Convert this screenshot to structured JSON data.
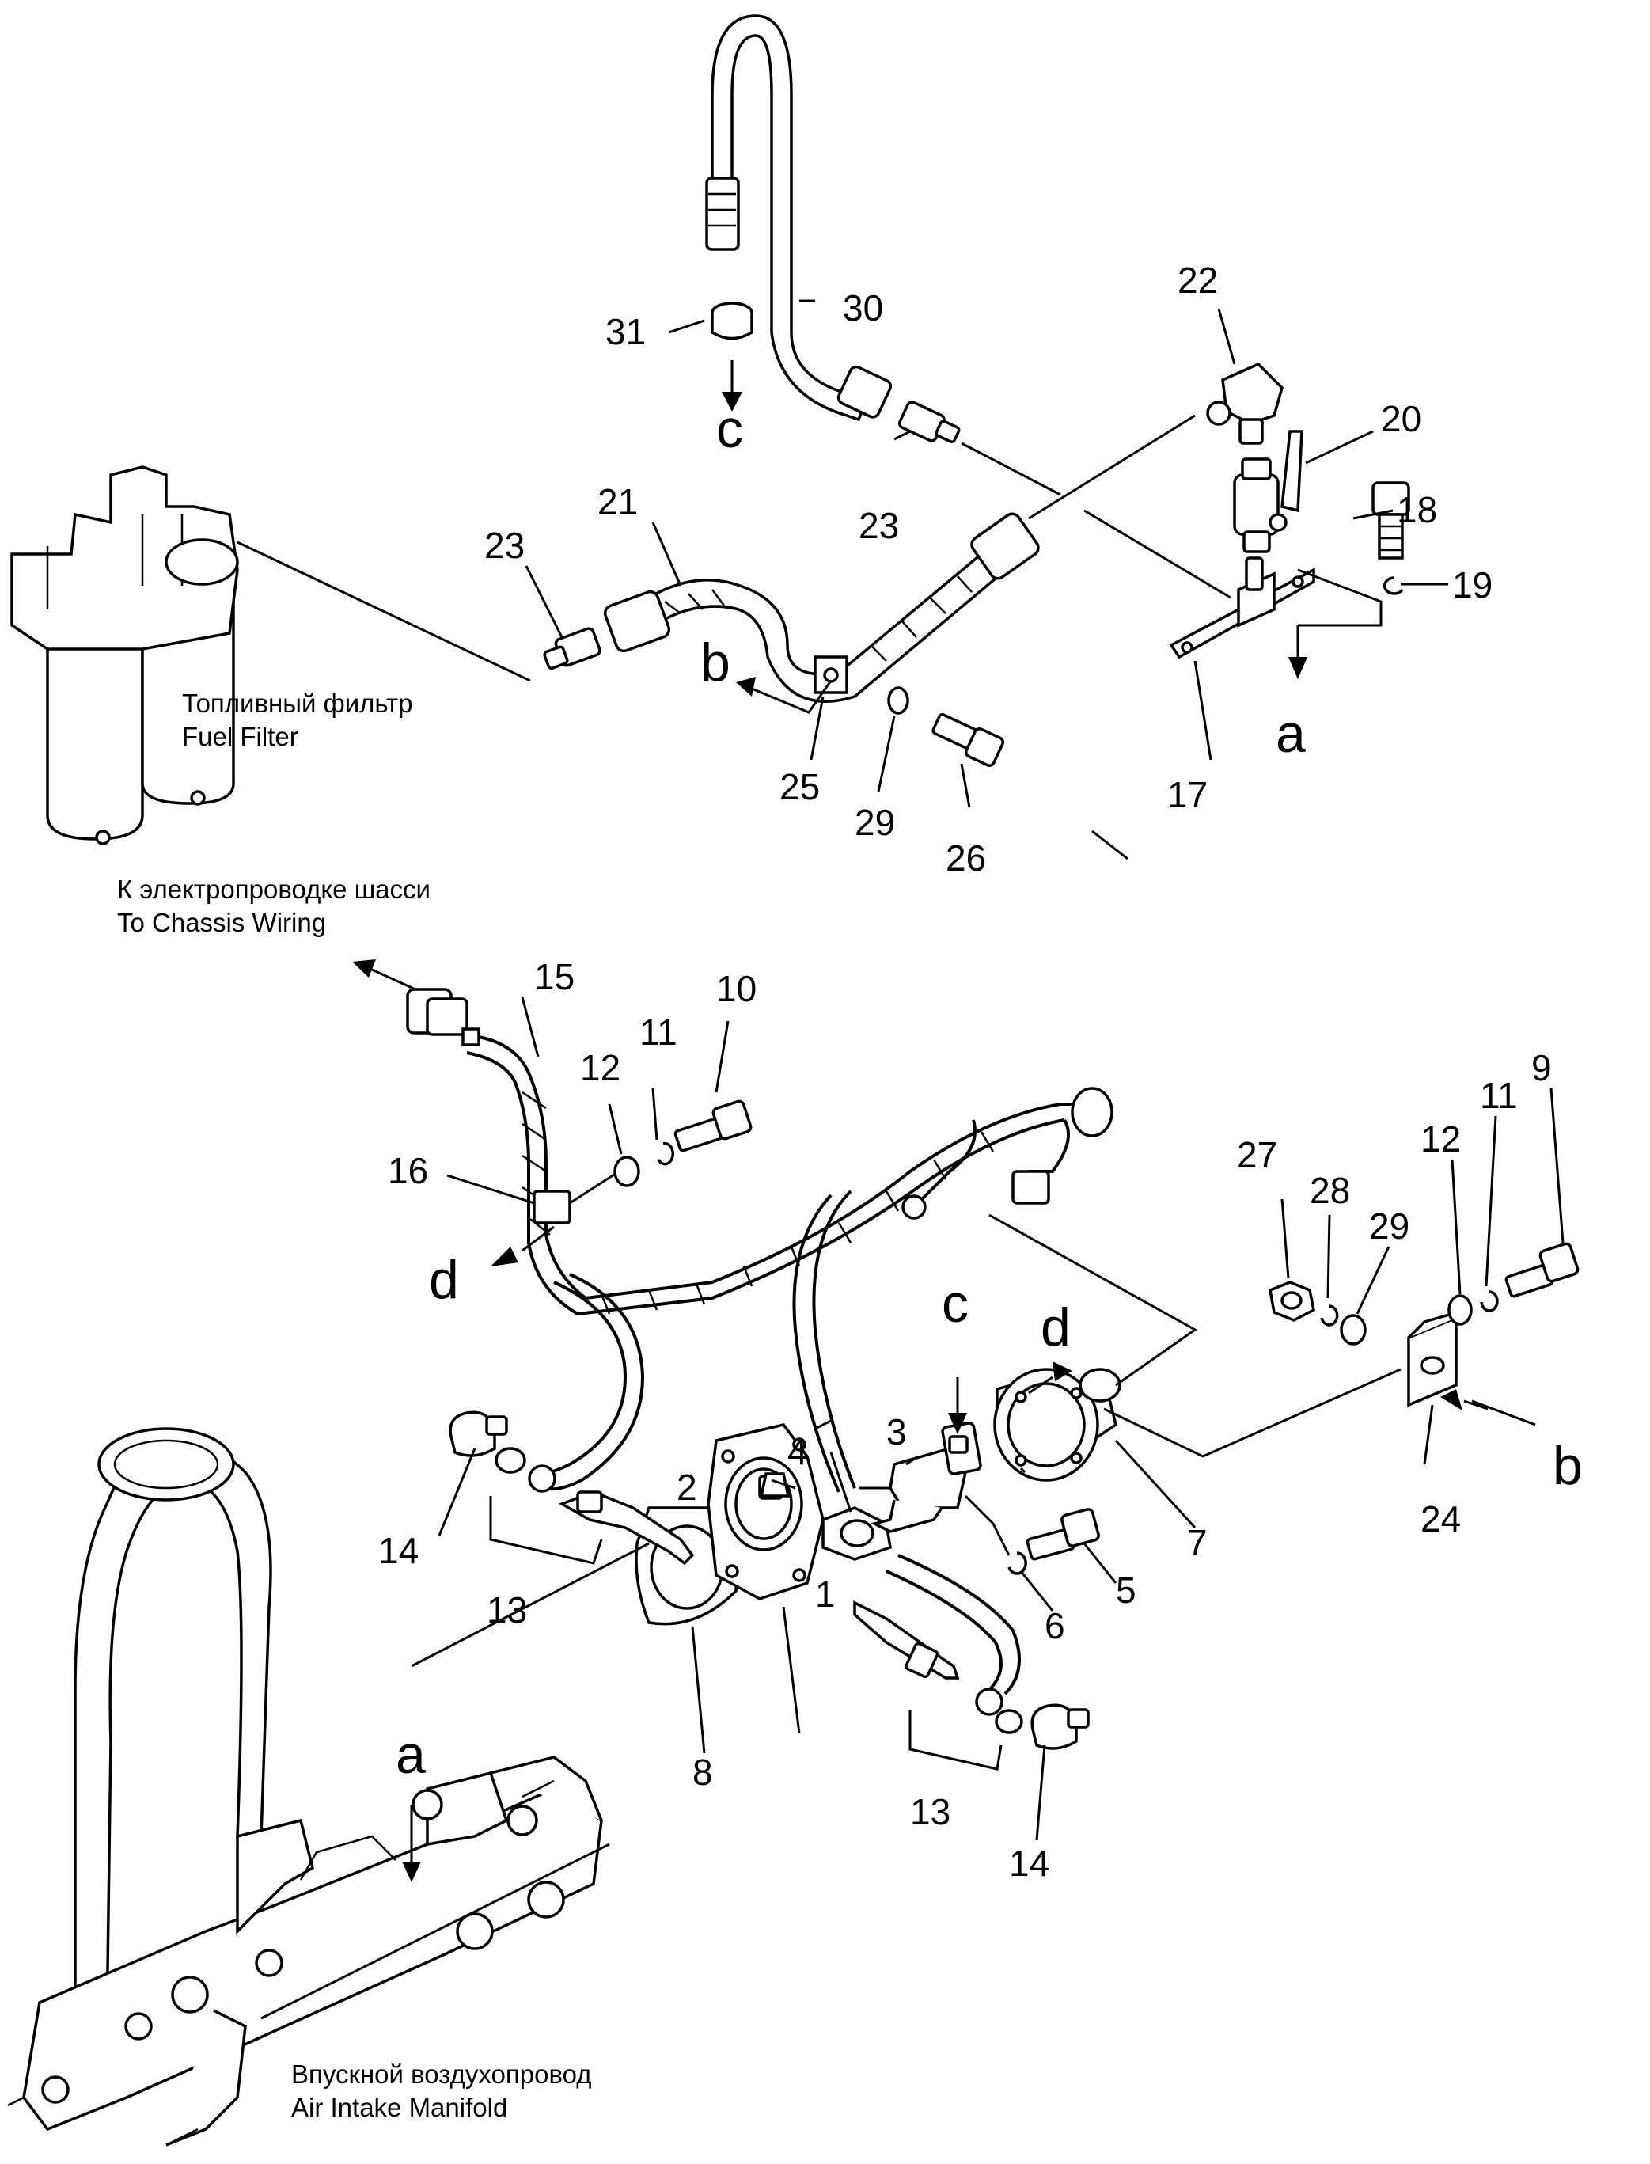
{
  "callouts": {
    "n1": "1",
    "n2": "2",
    "n3": "3",
    "n4": "4",
    "n5": "5",
    "n6": "6",
    "n7": "7",
    "n8": "8",
    "n9": "9",
    "n10": "10",
    "n11a": "11",
    "n11b": "11",
    "n12a": "12",
    "n12b": "12",
    "n13a": "13",
    "n13b": "13",
    "n14a": "14",
    "n14b": "14",
    "n15": "15",
    "n16": "16",
    "n17": "17",
    "n18": "18",
    "n19": "19",
    "n20": "20",
    "n21": "21",
    "n22": "22",
    "n23a": "23",
    "n23b": "23",
    "n24": "24",
    "n25": "25",
    "n26": "26",
    "n27": "27",
    "n28": "28",
    "n29a": "29",
    "n29b": "29",
    "n30": "30",
    "n31": "31"
  },
  "letters": {
    "a1": "a",
    "a2": "a",
    "b1": "b",
    "b2": "b",
    "c1": "c",
    "c2": "c",
    "d1": "d",
    "d2": "d"
  },
  "captions": {
    "fuel_filter_ru": "Топливный фильтр",
    "fuel_filter_en": "Fuel Filter",
    "chassis_ru": "К электропроводке шасси",
    "chassis_en": "To Chassis Wiring",
    "manifold_ru": "Впускной воздухопровод",
    "manifold_en": "Air Intake Manifold"
  }
}
